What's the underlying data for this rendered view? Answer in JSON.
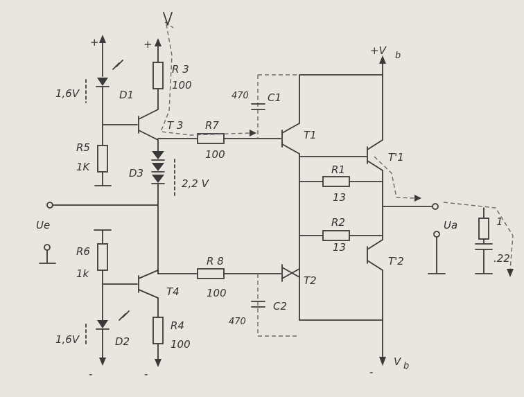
{
  "supply": {
    "pos": "+",
    "neg": "-",
    "vb_top": "+V",
    "vb_top_sub": "b",
    "vb_bottom": "V",
    "vb_bottom_sub": "b"
  },
  "labels": {
    "d1_voltage": "1,6V",
    "d1": "D1",
    "r3": "R 3",
    "r3_val": "100",
    "t3": "T 3",
    "r7": "R7",
    "r7_val": "100",
    "c1_val": "470",
    "c1": "C1",
    "t1": "T1",
    "t1p": "T'1",
    "r5": "R5",
    "r5_val": "1K",
    "d3": "D3",
    "d3_voltage": "2,2 V",
    "r1": "R1",
    "r1_val": "13",
    "r2": "R2",
    "r2_val": "13",
    "ue": "Ue",
    "ua": "Ua",
    "r6": "R6",
    "r6_val": "1k",
    "r8": "R 8",
    "r8_val": "100",
    "t2": "T2",
    "t2p": "T'2",
    "t4": "T4",
    "c2": "C2",
    "c2_val": "470",
    "d2_voltage": "1,6V",
    "d2": "D2",
    "r4": "R4",
    "r4_val": "100",
    "load_r": "1",
    "load_c": ".22"
  }
}
